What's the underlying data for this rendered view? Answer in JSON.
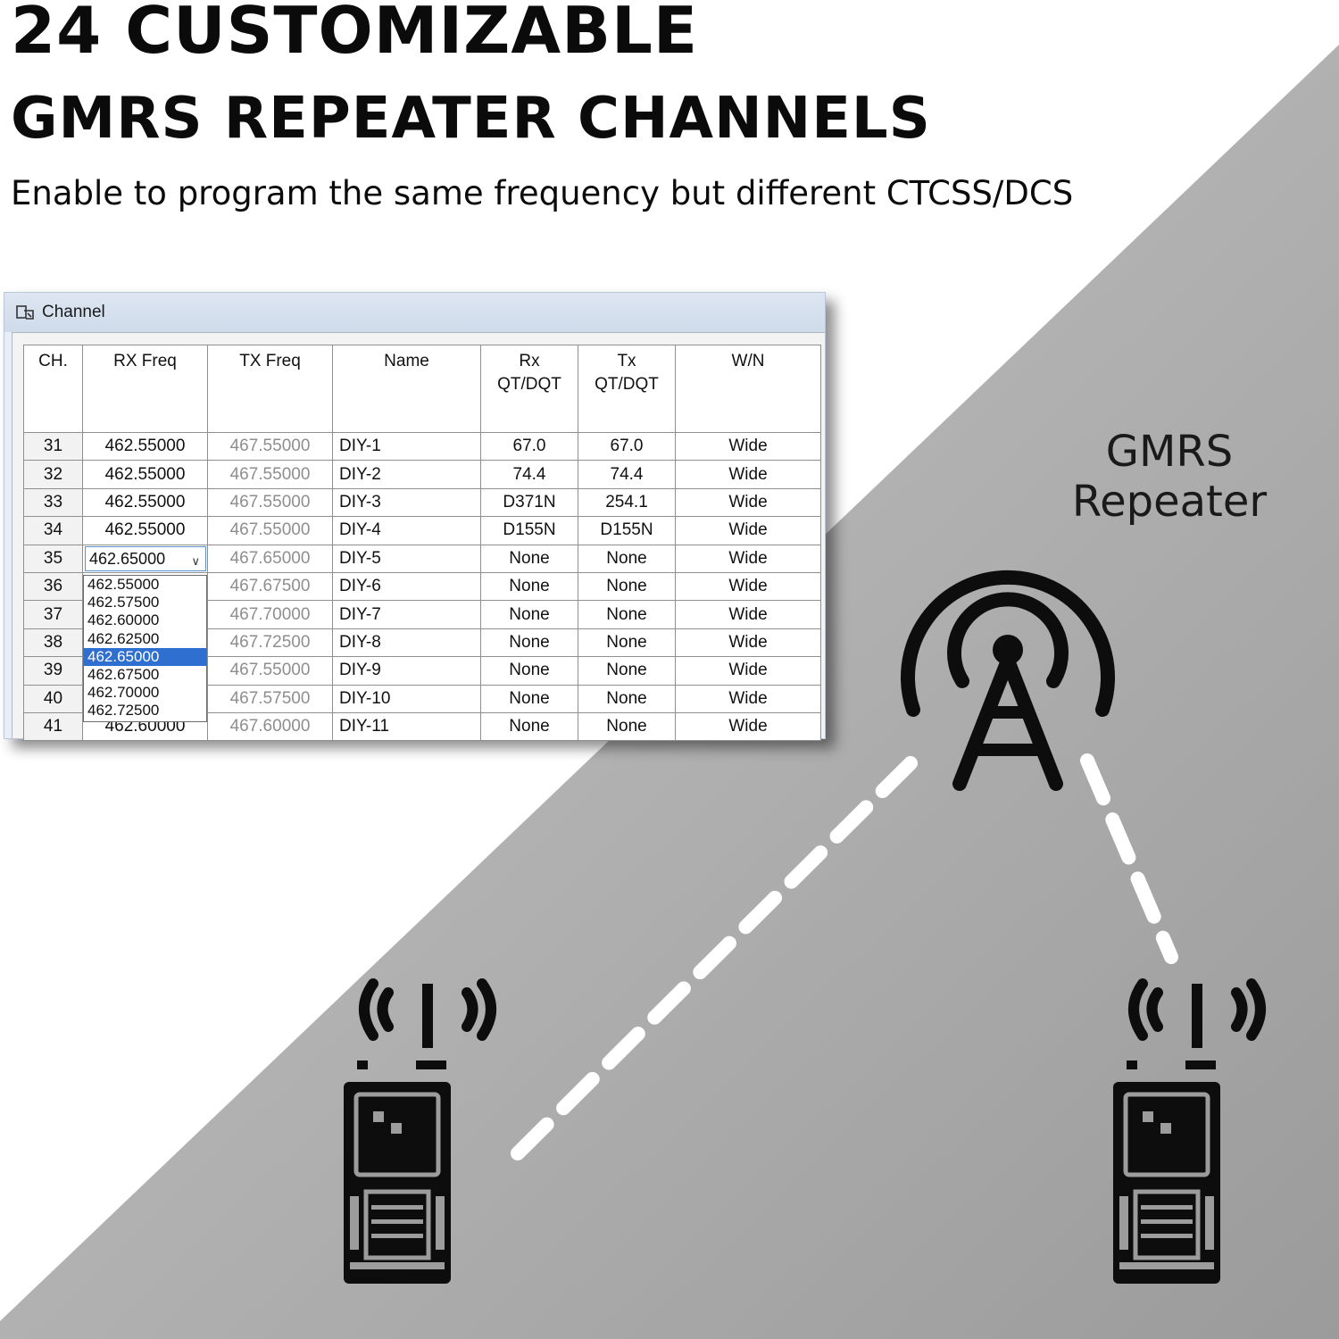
{
  "headline": {
    "line1": "24 CUSTOMIZABLE",
    "line2": "GMRS REPEATER CHANNELS",
    "subtitle": "Enable to program the same frequency but different CTCSS/DCS"
  },
  "window": {
    "title": "Channel",
    "columns": [
      "CH.",
      "RX Freq",
      "TX Freq",
      "Name",
      "Rx\nQT/DQT",
      "Tx\nQT/DQT",
      "W/N"
    ],
    "rows": [
      {
        "ch": "31",
        "rx": "462.55000",
        "tx": "467.55000",
        "name": "DIY-1",
        "rxqt": "67.0",
        "txqt": "67.0",
        "wn": "Wide"
      },
      {
        "ch": "32",
        "rx": "462.55000",
        "tx": "467.55000",
        "name": "DIY-2",
        "rxqt": "74.4",
        "txqt": "74.4",
        "wn": "Wide"
      },
      {
        "ch": "33",
        "rx": "462.55000",
        "tx": "467.55000",
        "name": "DIY-3",
        "rxqt": "D371N",
        "txqt": "254.1",
        "wn": "Wide"
      },
      {
        "ch": "34",
        "rx": "462.55000",
        "tx": "467.55000",
        "name": "DIY-4",
        "rxqt": "D155N",
        "txqt": "D155N",
        "wn": "Wide"
      },
      {
        "ch": "35",
        "rx": "462.65000",
        "tx": "467.65000",
        "name": "DIY-5",
        "rxqt": "None",
        "txqt": "None",
        "wn": "Wide"
      },
      {
        "ch": "36",
        "rx": "",
        "tx": "467.67500",
        "name": "DIY-6",
        "rxqt": "None",
        "txqt": "None",
        "wn": "Wide"
      },
      {
        "ch": "37",
        "rx": "",
        "tx": "467.70000",
        "name": "DIY-7",
        "rxqt": "None",
        "txqt": "None",
        "wn": "Wide"
      },
      {
        "ch": "38",
        "rx": "",
        "tx": "467.72500",
        "name": "DIY-8",
        "rxqt": "None",
        "txqt": "None",
        "wn": "Wide"
      },
      {
        "ch": "39",
        "rx": "",
        "tx": "467.55000",
        "name": "DIY-9",
        "rxqt": "None",
        "txqt": "None",
        "wn": "Wide"
      },
      {
        "ch": "40",
        "rx": "",
        "tx": "467.57500",
        "name": "DIY-10",
        "rxqt": "None",
        "txqt": "None",
        "wn": "Wide"
      },
      {
        "ch": "41",
        "rx": "462.60000",
        "tx": "467.60000",
        "name": "DIY-11",
        "rxqt": "None",
        "txqt": "None",
        "wn": "Wide"
      }
    ],
    "combo": {
      "value": "462.65000",
      "row_ch": "35"
    },
    "dropdown_options": [
      "462.55000",
      "462.57500",
      "462.60000",
      "462.62500",
      "462.65000",
      "462.67500",
      "462.70000",
      "462.72500"
    ],
    "dropdown_selected": "462.65000"
  },
  "diagram": {
    "repeater_label_line1": "GMRS",
    "repeater_label_line2": "Repeater"
  },
  "colors": {
    "gray_band": "#a9a9a9",
    "selection_blue": "#2e6fd0",
    "icon": "#0d0d0d"
  }
}
